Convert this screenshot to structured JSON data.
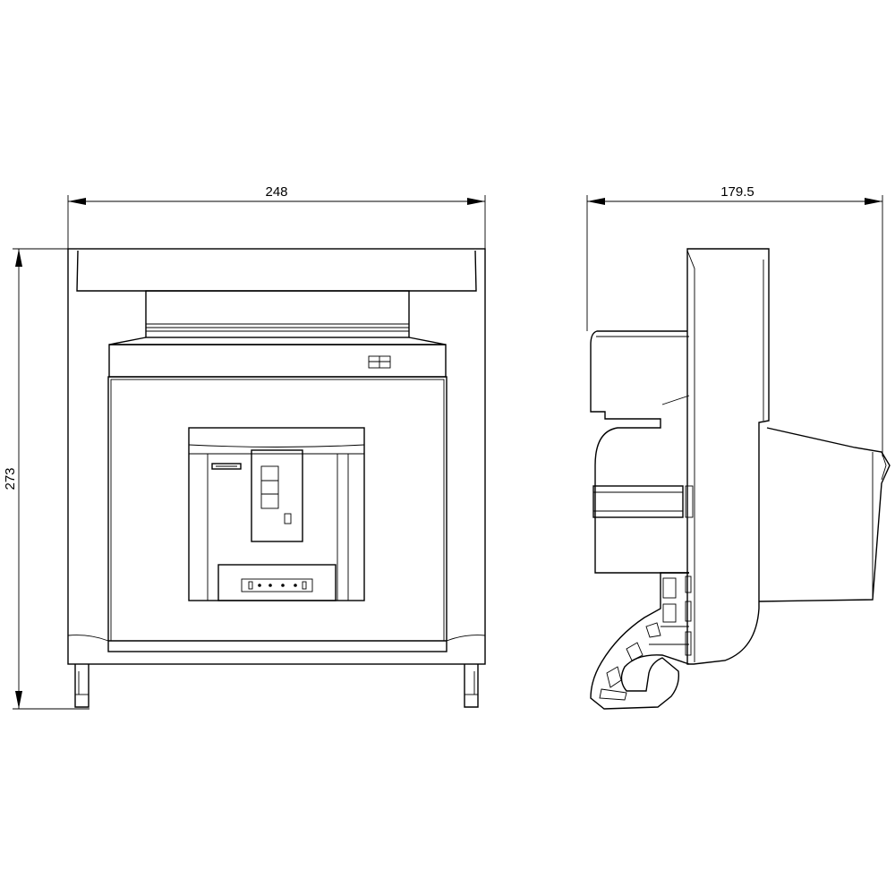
{
  "front_view": {
    "width_label": "248",
    "height_label": "273"
  },
  "side_view": {
    "depth_label": "179.5"
  }
}
